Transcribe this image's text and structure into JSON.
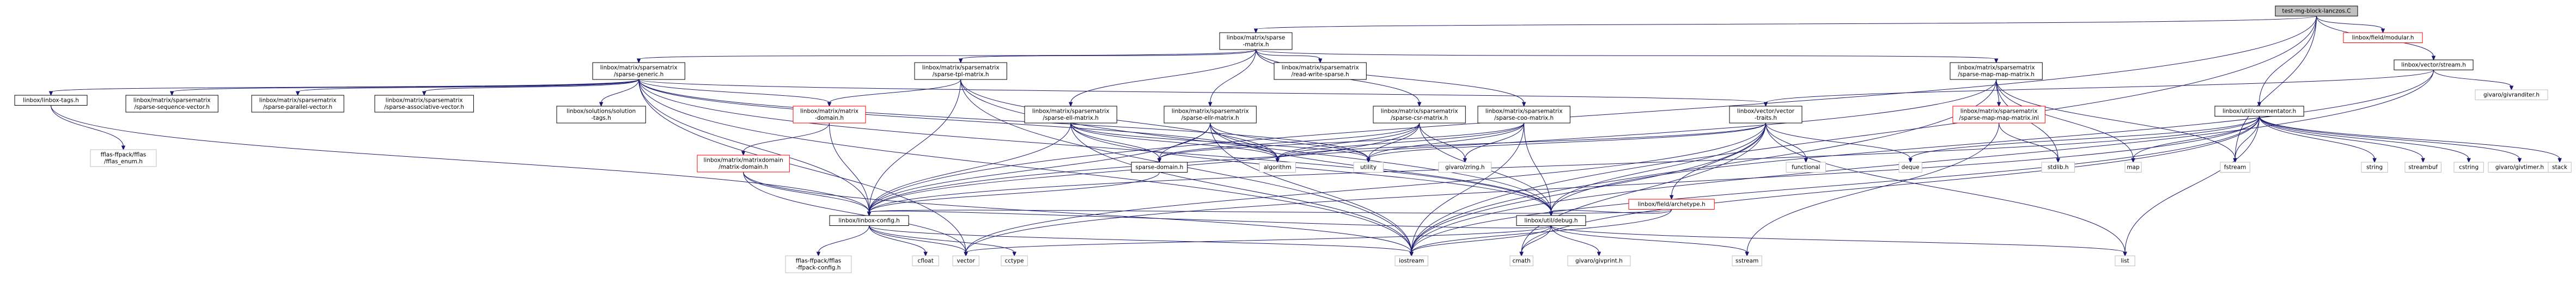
{
  "colors": {
    "root_fill": "#bfbfbf",
    "node_fill": "#ffffff",
    "node_border": "#000000",
    "external_border": "#bfbfbf",
    "missing_border": "#ff0000",
    "edge": "#191970"
  },
  "graph": {
    "nodes": [
      {
        "id": "root",
        "lines": [
          "test-mg-block-lanczos.C"
        ],
        "kind": "root"
      },
      {
        "id": "matrix",
        "lines": [
          "linbox/matrix/sparse",
          "-matrix.h"
        ],
        "kind": "normal"
      },
      {
        "id": "fieldmodular",
        "lines": [
          "linbox/field/modular.h"
        ],
        "kind": "missing"
      },
      {
        "id": "vectorstream",
        "lines": [
          "linbox/vector/stream.h"
        ],
        "kind": "normal"
      },
      {
        "id": "generic",
        "lines": [
          "linbox/matrix/sparsematrix",
          "/sparse-generic.h"
        ],
        "kind": "normal"
      },
      {
        "id": "tpl",
        "lines": [
          "linbox/matrix/sparsematrix",
          "/sparse-tpl-matrix.h"
        ],
        "kind": "normal"
      },
      {
        "id": "readwrite",
        "lines": [
          "linbox/matrix/sparsematrix",
          "/read-write-sparse.h"
        ],
        "kind": "normal"
      },
      {
        "id": "mapmapmatrix",
        "lines": [
          "linbox/matrix/sparsematrix",
          "/sparse-map-map-matrix.h"
        ],
        "kind": "normal"
      },
      {
        "id": "tags",
        "lines": [
          "linbox/linbox-tags.h"
        ],
        "kind": "normal"
      },
      {
        "id": "seqvec",
        "lines": [
          "linbox/matrix/sparsematrix",
          "/sparse-sequence-vector.h"
        ],
        "kind": "normal"
      },
      {
        "id": "parvec",
        "lines": [
          "linbox/matrix/sparsematrix",
          "/sparse-parallel-vector.h"
        ],
        "kind": "normal"
      },
      {
        "id": "assocvec",
        "lines": [
          "linbox/matrix/sparsematrix",
          "/sparse-associative-vector.h"
        ],
        "kind": "normal"
      },
      {
        "id": "soltags",
        "lines": [
          "linbox/solutions/solution",
          "-tags.h"
        ],
        "kind": "normal"
      },
      {
        "id": "matdomain",
        "lines": [
          "linbox/matrix/matrix",
          "-domain.h"
        ],
        "kind": "missing"
      },
      {
        "id": "ell",
        "lines": [
          "linbox/matrix/sparsematrix",
          "/sparse-ell-matrix.h"
        ],
        "kind": "normal"
      },
      {
        "id": "ellr",
        "lines": [
          "linbox/matrix/sparsematrix",
          "/sparse-ellr-matrix.h"
        ],
        "kind": "normal"
      },
      {
        "id": "csr",
        "lines": [
          "linbox/matrix/sparsematrix",
          "/sparse-csr-matrix.h"
        ],
        "kind": "normal"
      },
      {
        "id": "coo",
        "lines": [
          "linbox/matrix/sparsematrix",
          "/sparse-coo-matrix.h"
        ],
        "kind": "normal"
      },
      {
        "id": "vectraits",
        "lines": [
          "linbox/vector/vector",
          "-traits.h"
        ],
        "kind": "normal"
      },
      {
        "id": "mapmapinl",
        "lines": [
          "linbox/matrix/sparsematrix",
          "/sparse-map-map-matrix.inl"
        ],
        "kind": "missing"
      },
      {
        "id": "commentator",
        "lines": [
          "linbox/util/commentator.h"
        ],
        "kind": "normal"
      },
      {
        "id": "givaranditer",
        "lines": [
          "givaro/givranditer.h"
        ],
        "kind": "external"
      },
      {
        "id": "ffenum",
        "lines": [
          "fflas-ffpack/fflas",
          "/fflas_enum.h"
        ],
        "kind": "external"
      },
      {
        "id": "mdmatdomain",
        "lines": [
          "linbox/matrix/matrixdomain",
          "/matrix-domain.h"
        ],
        "kind": "missing"
      },
      {
        "id": "sparsedomain",
        "lines": [
          "sparse-domain.h"
        ],
        "kind": "normal"
      },
      {
        "id": "algorithm",
        "lines": [
          "algorithm"
        ],
        "kind": "external"
      },
      {
        "id": "utility",
        "lines": [
          "utility"
        ],
        "kind": "external"
      },
      {
        "id": "givzpz",
        "lines": [
          "givaro/zring.h"
        ],
        "kind": "external"
      },
      {
        "id": "functional",
        "lines": [
          "functional"
        ],
        "kind": "external"
      },
      {
        "id": "deque",
        "lines": [
          "deque"
        ],
        "kind": "external"
      },
      {
        "id": "stdlib",
        "lines": [
          "stdlib.h"
        ],
        "kind": "external"
      },
      {
        "id": "map",
        "lines": [
          "map"
        ],
        "kind": "external"
      },
      {
        "id": "fstream",
        "lines": [
          "fstream"
        ],
        "kind": "external"
      },
      {
        "id": "string",
        "lines": [
          "string"
        ],
        "kind": "external"
      },
      {
        "id": "streambuf",
        "lines": [
          "streambuf"
        ],
        "kind": "external"
      },
      {
        "id": "cstring",
        "lines": [
          "cstring"
        ],
        "kind": "external"
      },
      {
        "id": "givtimer",
        "lines": [
          "givaro/givtimer.h"
        ],
        "kind": "external"
      },
      {
        "id": "stack",
        "lines": [
          "stack"
        ],
        "kind": "external"
      },
      {
        "id": "archetype",
        "lines": [
          "linbox/field/archetype.h"
        ],
        "kind": "missing"
      },
      {
        "id": "config",
        "lines": [
          "linbox/linbox-config.h"
        ],
        "kind": "normal"
      },
      {
        "id": "debug",
        "lines": [
          "linbox/util/debug.h"
        ],
        "kind": "normal"
      },
      {
        "id": "ffconfig",
        "lines": [
          "fflas-ffpack/fflas",
          "-ffpack-config.h"
        ],
        "kind": "external"
      },
      {
        "id": "cfloat",
        "lines": [
          "cfloat"
        ],
        "kind": "external"
      },
      {
        "id": "vector",
        "lines": [
          "vector"
        ],
        "kind": "external"
      },
      {
        "id": "cctype",
        "lines": [
          "cctype"
        ],
        "kind": "external"
      },
      {
        "id": "iostream",
        "lines": [
          "iostream"
        ],
        "kind": "external"
      },
      {
        "id": "cmath",
        "lines": [
          "cmath"
        ],
        "kind": "external"
      },
      {
        "id": "givprint",
        "lines": [
          "givaro/givprint.h"
        ],
        "kind": "external"
      },
      {
        "id": "sstream",
        "lines": [
          "sstream"
        ],
        "kind": "external"
      },
      {
        "id": "list",
        "lines": [
          "list"
        ],
        "kind": "external"
      }
    ],
    "edges": [
      [
        "root",
        "matrix"
      ],
      [
        "root",
        "fieldmodular"
      ],
      [
        "root",
        "vectorstream"
      ],
      [
        "root",
        "commentator"
      ],
      [
        "root",
        "fstream"
      ],
      [
        "root",
        "config"
      ],
      [
        "root",
        "iostream"
      ],
      [
        "matrix",
        "generic"
      ],
      [
        "matrix",
        "tpl"
      ],
      [
        "matrix",
        "readwrite"
      ],
      [
        "matrix",
        "mapmapmatrix"
      ],
      [
        "matrix",
        "ell"
      ],
      [
        "matrix",
        "ellr"
      ],
      [
        "matrix",
        "csr"
      ],
      [
        "matrix",
        "coo"
      ],
      [
        "generic",
        "tags"
      ],
      [
        "generic",
        "seqvec"
      ],
      [
        "generic",
        "parvec"
      ],
      [
        "generic",
        "assocvec"
      ],
      [
        "generic",
        "soltags"
      ],
      [
        "generic",
        "matdomain"
      ],
      [
        "generic",
        "vectraits"
      ],
      [
        "generic",
        "config"
      ],
      [
        "generic",
        "debug"
      ],
      [
        "generic",
        "utility"
      ],
      [
        "generic",
        "algorithm"
      ],
      [
        "generic",
        "vector"
      ],
      [
        "generic",
        "iostream"
      ],
      [
        "tpl",
        "matdomain"
      ],
      [
        "tpl",
        "config"
      ],
      [
        "tpl",
        "algorithm"
      ],
      [
        "tpl",
        "iostream"
      ],
      [
        "tpl",
        "debug"
      ],
      [
        "mapmapmatrix",
        "mapmapinl"
      ],
      [
        "mapmapmatrix",
        "config"
      ],
      [
        "mapmapmatrix",
        "map"
      ],
      [
        "mapmapmatrix",
        "stdlib"
      ],
      [
        "mapmapmatrix",
        "fstream"
      ],
      [
        "mapmapmatrix",
        "iostream"
      ],
      [
        "tags",
        "ffenum"
      ],
      [
        "tags",
        "config"
      ],
      [
        "matdomain",
        "mdmatdomain"
      ],
      [
        "matdomain",
        "config"
      ],
      [
        "mdmatdomain",
        "config"
      ],
      [
        "mdmatdomain",
        "iostream"
      ],
      [
        "mdmatdomain",
        "vector"
      ],
      [
        "ell",
        "sparsedomain"
      ],
      [
        "ell",
        "algorithm"
      ],
      [
        "ell",
        "utility"
      ],
      [
        "ell",
        "config"
      ],
      [
        "ell",
        "debug"
      ],
      [
        "ell",
        "iostream"
      ],
      [
        "ellr",
        "sparsedomain"
      ],
      [
        "ellr",
        "algorithm"
      ],
      [
        "ellr",
        "utility"
      ],
      [
        "ellr",
        "config"
      ],
      [
        "ellr",
        "debug"
      ],
      [
        "ellr",
        "iostream"
      ],
      [
        "csr",
        "sparsedomain"
      ],
      [
        "csr",
        "algorithm"
      ],
      [
        "csr",
        "utility"
      ],
      [
        "csr",
        "givzpz"
      ],
      [
        "csr",
        "config"
      ],
      [
        "csr",
        "debug"
      ],
      [
        "coo",
        "sparsedomain"
      ],
      [
        "coo",
        "algorithm"
      ],
      [
        "coo",
        "utility"
      ],
      [
        "coo",
        "givzpz"
      ],
      [
        "coo",
        "debug"
      ],
      [
        "coo",
        "iostream"
      ],
      [
        "sparsedomain",
        "config"
      ],
      [
        "vectraits",
        "archetype"
      ],
      [
        "vectraits",
        "algorithm"
      ],
      [
        "vectraits",
        "utility"
      ],
      [
        "vectraits",
        "functional"
      ],
      [
        "vectraits",
        "deque"
      ],
      [
        "vectraits",
        "debug"
      ],
      [
        "vectraits",
        "list"
      ],
      [
        "vectraits",
        "cmath"
      ],
      [
        "vectraits",
        "iostream"
      ],
      [
        "vectraits",
        "vector"
      ],
      [
        "mapmapinl",
        "stdlib"
      ],
      [
        "mapmapinl",
        "sstream"
      ],
      [
        "vectorstream",
        "vectraits"
      ],
      [
        "vectorstream",
        "givaranditer"
      ],
      [
        "vectorstream",
        "debug"
      ],
      [
        "vectorstream",
        "iostream"
      ],
      [
        "commentator",
        "string"
      ],
      [
        "commentator",
        "streambuf"
      ],
      [
        "commentator",
        "cstring"
      ],
      [
        "commentator",
        "givtimer"
      ],
      [
        "commentator",
        "stack"
      ],
      [
        "commentator",
        "map"
      ],
      [
        "commentator",
        "fstream"
      ],
      [
        "commentator",
        "config"
      ],
      [
        "commentator",
        "iostream"
      ],
      [
        "commentator",
        "list"
      ],
      [
        "commentator",
        "deque"
      ],
      [
        "commentator",
        "vector"
      ],
      [
        "commentator",
        "cmath"
      ],
      [
        "archetype",
        "config"
      ],
      [
        "archetype",
        "debug"
      ],
      [
        "archetype",
        "iostream"
      ],
      [
        "config",
        "ffconfig"
      ],
      [
        "config",
        "cfloat"
      ],
      [
        "config",
        "vector"
      ],
      [
        "config",
        "cctype"
      ],
      [
        "config",
        "iostream"
      ],
      [
        "debug",
        "config"
      ],
      [
        "debug",
        "iostream"
      ],
      [
        "debug",
        "cmath"
      ],
      [
        "debug",
        "givprint"
      ],
      [
        "debug",
        "sstream"
      ],
      [
        "debug",
        "list"
      ],
      [
        "debug",
        "vector"
      ]
    ]
  }
}
